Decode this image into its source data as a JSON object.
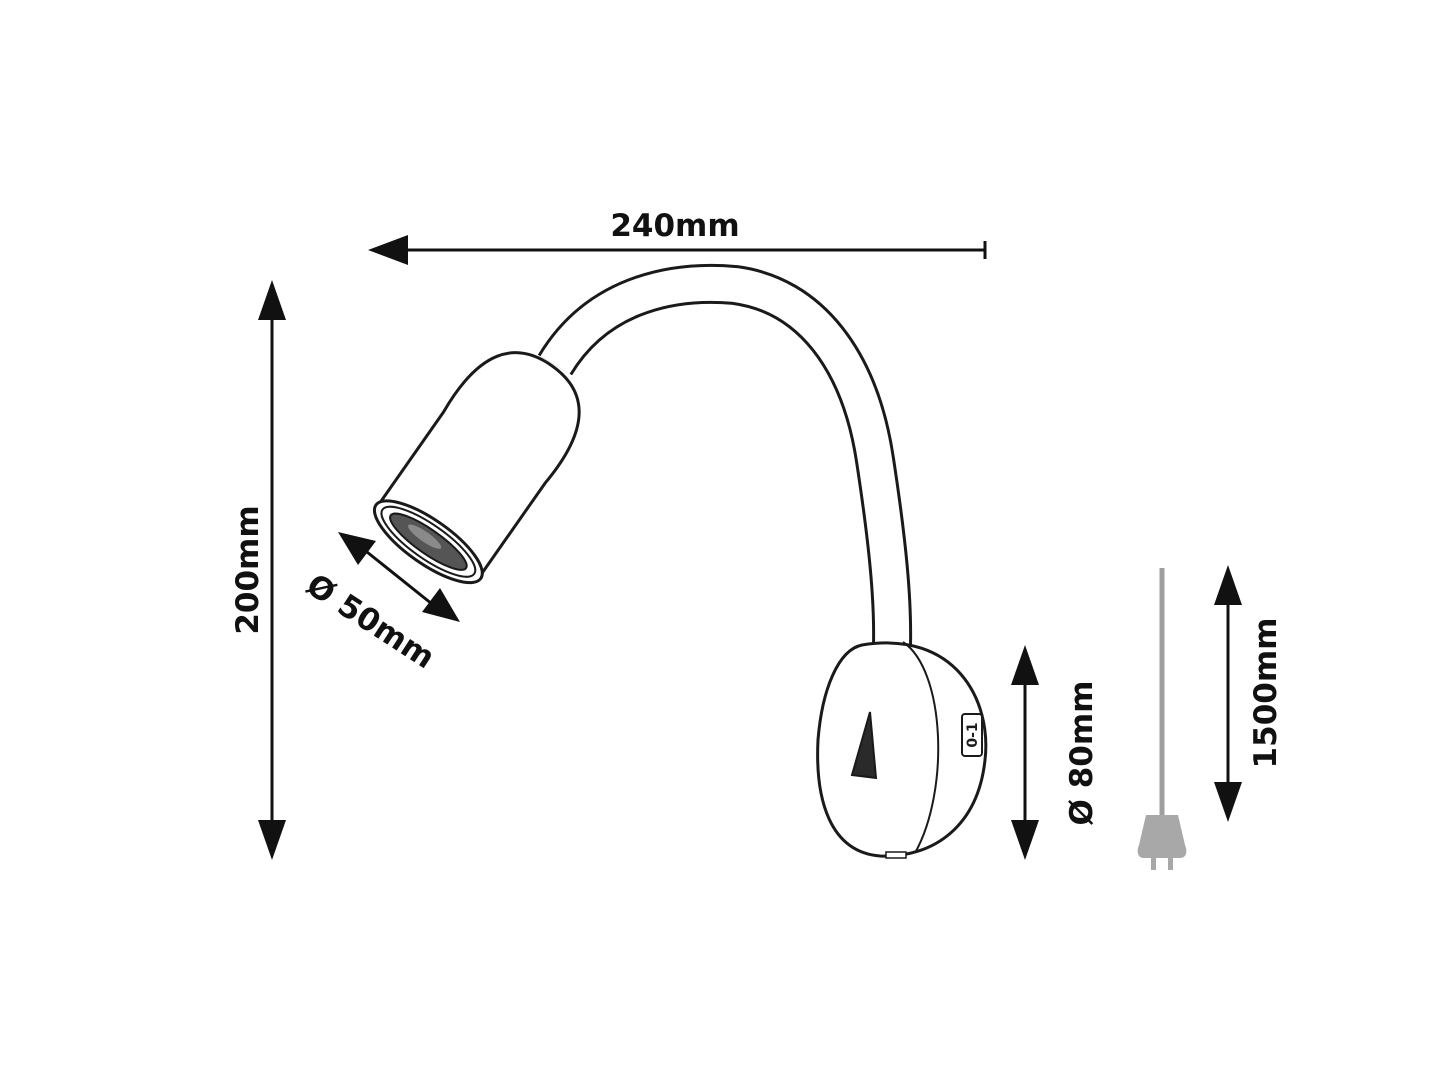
{
  "dimensions": {
    "width_label": "240mm",
    "height_label": "200mm",
    "head_diameter_label": "Ø 50mm",
    "base_diameter_label": "Ø 80mm",
    "cable_length_label": "1500mm"
  },
  "switch_marking": "0-1",
  "colors": {
    "line": "#1a1a1a",
    "cable": "#9e9e9e",
    "plug": "#a8a8a8",
    "background": "#ffffff"
  }
}
